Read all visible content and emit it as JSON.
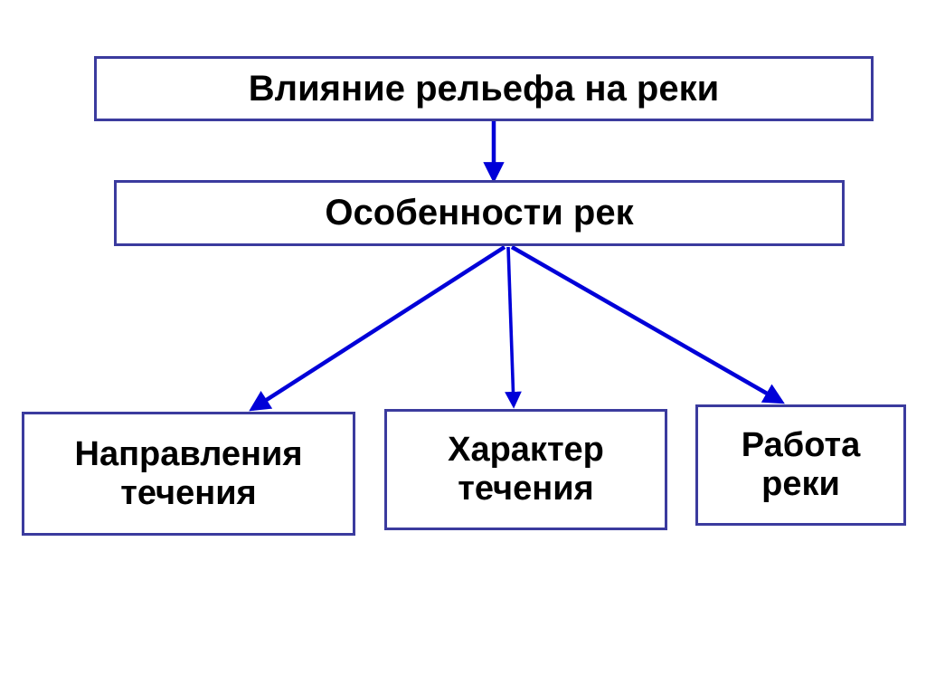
{
  "diagram": {
    "title_text": "Влияние рельефа на реки",
    "theme": {
      "background": "#ffffff",
      "box_border": "#3b3b9e",
      "box_fill": "#ffffff",
      "text_color": "#000000",
      "arrow_color": "#0000d8"
    },
    "nodes": [
      {
        "id": "top",
        "label": "Влияние рельефа на реки",
        "level": 0
      },
      {
        "id": "mid",
        "label": "Особенности рек",
        "level": 1
      },
      {
        "id": "left",
        "label": "Направления\nтечения",
        "level": 2
      },
      {
        "id": "center",
        "label": "Характер\nтечения",
        "level": 2
      },
      {
        "id": "right",
        "label": "Работа\nреки",
        "level": 2
      }
    ],
    "edges": [
      {
        "from": "top",
        "to": "mid",
        "kind": "vertical-arrow"
      },
      {
        "from": "mid",
        "to": "left",
        "kind": "diagonal-arrow"
      },
      {
        "from": "mid",
        "to": "center",
        "kind": "vertical-arrow"
      },
      {
        "from": "mid",
        "to": "right",
        "kind": "diagonal-arrow"
      }
    ]
  }
}
